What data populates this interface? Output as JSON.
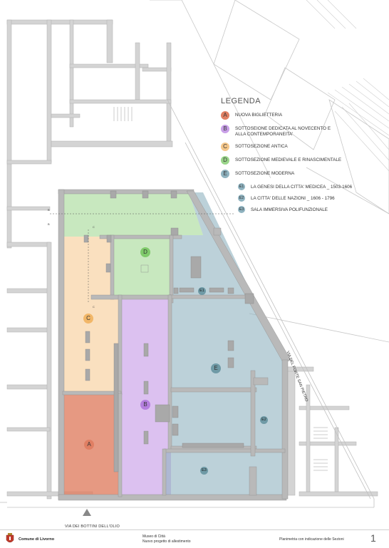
{
  "legend": {
    "title": "LEGENDA",
    "items": [
      {
        "letter": "A",
        "label": "NUOVA BIGLIETTERIA",
        "color": "#e07f63"
      },
      {
        "letter": "B",
        "label": "SOTTOSEIONE DEDICATA AL NOVECENTO E ALLA CONTEMPORANEITA'",
        "color": "#c9a0e8"
      },
      {
        "letter": "C",
        "label": "SOTTOSEZIONE ANTICA",
        "color": "#f5c78a"
      },
      {
        "letter": "D",
        "label": "SOTTOSEZIONE MEDIEVALE E RINASCIMENTALE",
        "color": "#9ad68a"
      },
      {
        "letter": "E",
        "label": "SOTTOSEZIONE MODERNA",
        "color": "#8fb3c0"
      }
    ],
    "subitems": [
      {
        "code": "E1",
        "label": "LA GENESI DELLA CITTA' MEDICEA _ 1503-1606"
      },
      {
        "code": "E2",
        "label": "LA CITTA' DELLE NAZIONI _ 1606 - 1796"
      },
      {
        "code": "E3",
        "label": "SALA IMMERSIVA POLIFUNZIONALE"
      }
    ]
  },
  "plan": {
    "markers": {
      "A": "A",
      "B": "B",
      "C": "C",
      "D": "D",
      "E": "E",
      "E1": "E1",
      "E2": "E2",
      "E3": "E3"
    },
    "section_labels": {
      "b": "B",
      "c": "C"
    }
  },
  "streets": {
    "bottom": "VIA DEI BOTTINI DELL'OLIO",
    "right": "VIA DEL FORTE SAN PIETRO"
  },
  "footer": {
    "city": "Comune di Livorno",
    "museum": "Museo di Città",
    "project": "Nuovo progetto di allestimento",
    "plan_title": "Planimetria con indicazione delle Sezioni",
    "page": "1"
  },
  "colors": {
    "wall": "#d4d4d4",
    "wall_dark": "#b9b9b9",
    "room_a": "#e07f63",
    "room_b": "#c9a0e8",
    "room_c": "#f5c78a",
    "room_d": "#9ad68a",
    "room_e": "#8fb3c0",
    "marker_e_sub": "#6f9aa6"
  }
}
